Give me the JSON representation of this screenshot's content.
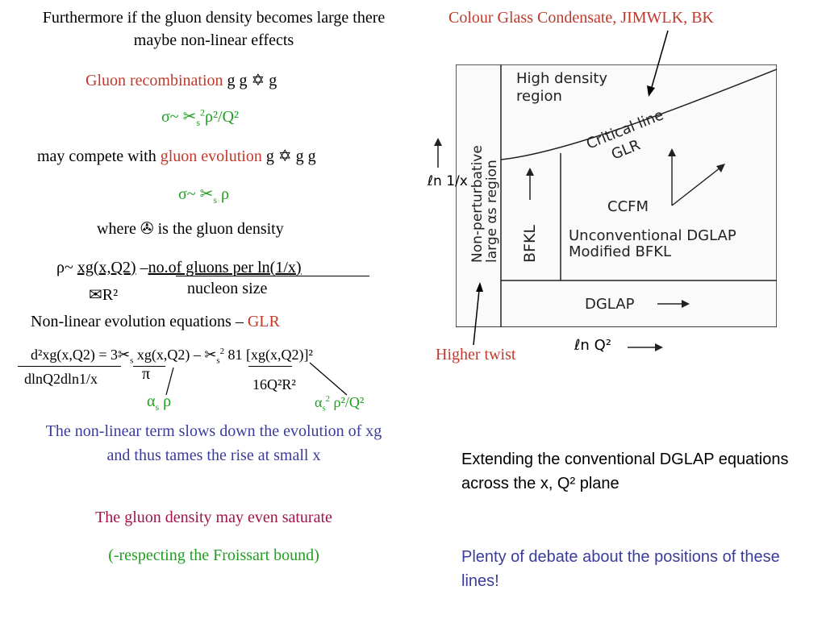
{
  "left": {
    "intro": "Furthermore if the gluon density becomes large there maybe non-linear effects",
    "recomb_label": "Gluon recombination",
    "recomb_eq": "g g ✡   g",
    "sigma1": "σ~ ✂",
    "sigma1_tail": "ρ²/Q²",
    "compete_pre": "may compete with",
    "compete_label": "gluon evolution",
    "compete_eq": "g ✡ g g",
    "sigma2": "σ~ ✂",
    "sigma2_tail": "ρ",
    "where": "where ✇ is the gluon density",
    "rho_def_a": "ρ~ ",
    "rho_def_b": "xg(x,Q2)",
    "rho_def_c": " –",
    "rho_def_d": "no.of gluons per ln(1/x)",
    "rho_den_l": "✉R²",
    "rho_den_r": "nucleon size",
    "nonlin_pre": "Non-linear evolution equations –",
    "nonlin_glr": "GLR",
    "eq_num": "d²xg(x,Q2) = 3✂",
    "eq_mid": "xg(x,Q2) – ✂",
    "eq_tail": "81  [xg(x,Q2)]²",
    "eq_den": "dlnQ2dln1/x",
    "eq_pi": "π",
    "eq_den2": "16Q²R²",
    "alpha_rho": "α",
    "alpha_rho_tail": " ρ",
    "alpha2": "α",
    "alpha2_tail": " ρ²/Q²",
    "slows": "The non-linear term slows down the evolution of xg and thus tames the rise at small x",
    "saturate": "The gluon density may even saturate",
    "froissart": "(-respecting the Froissart bound)"
  },
  "right": {
    "cgc": "Colour Glass Condensate, JIMWLK, BK",
    "higher_twist": "Higher twist",
    "extending": "Extending the conventional DGLAP equations across the x, Q² plane",
    "debate": "Plenty of debate about the positions of these lines!"
  },
  "diagram": {
    "high_density": "High density",
    "region": "region",
    "critical_line": "Critical line",
    "glr": "GLR",
    "nonpert_1": "Non-perturbative",
    "nonpert_2": "large αs  region",
    "bfkl": "BFKL",
    "ccfm": "CCFM",
    "unconv": "Unconventional DGLAP",
    "modified": "Modified BFKL",
    "dglap": "DGLAP",
    "y_axis": "ℓn 1/x",
    "x_axis": "ℓn Q²"
  },
  "colors": {
    "red": "#c0392b",
    "green": "#1f9e1f",
    "blue": "#3b3b9e",
    "maroon": "#a0144a"
  }
}
